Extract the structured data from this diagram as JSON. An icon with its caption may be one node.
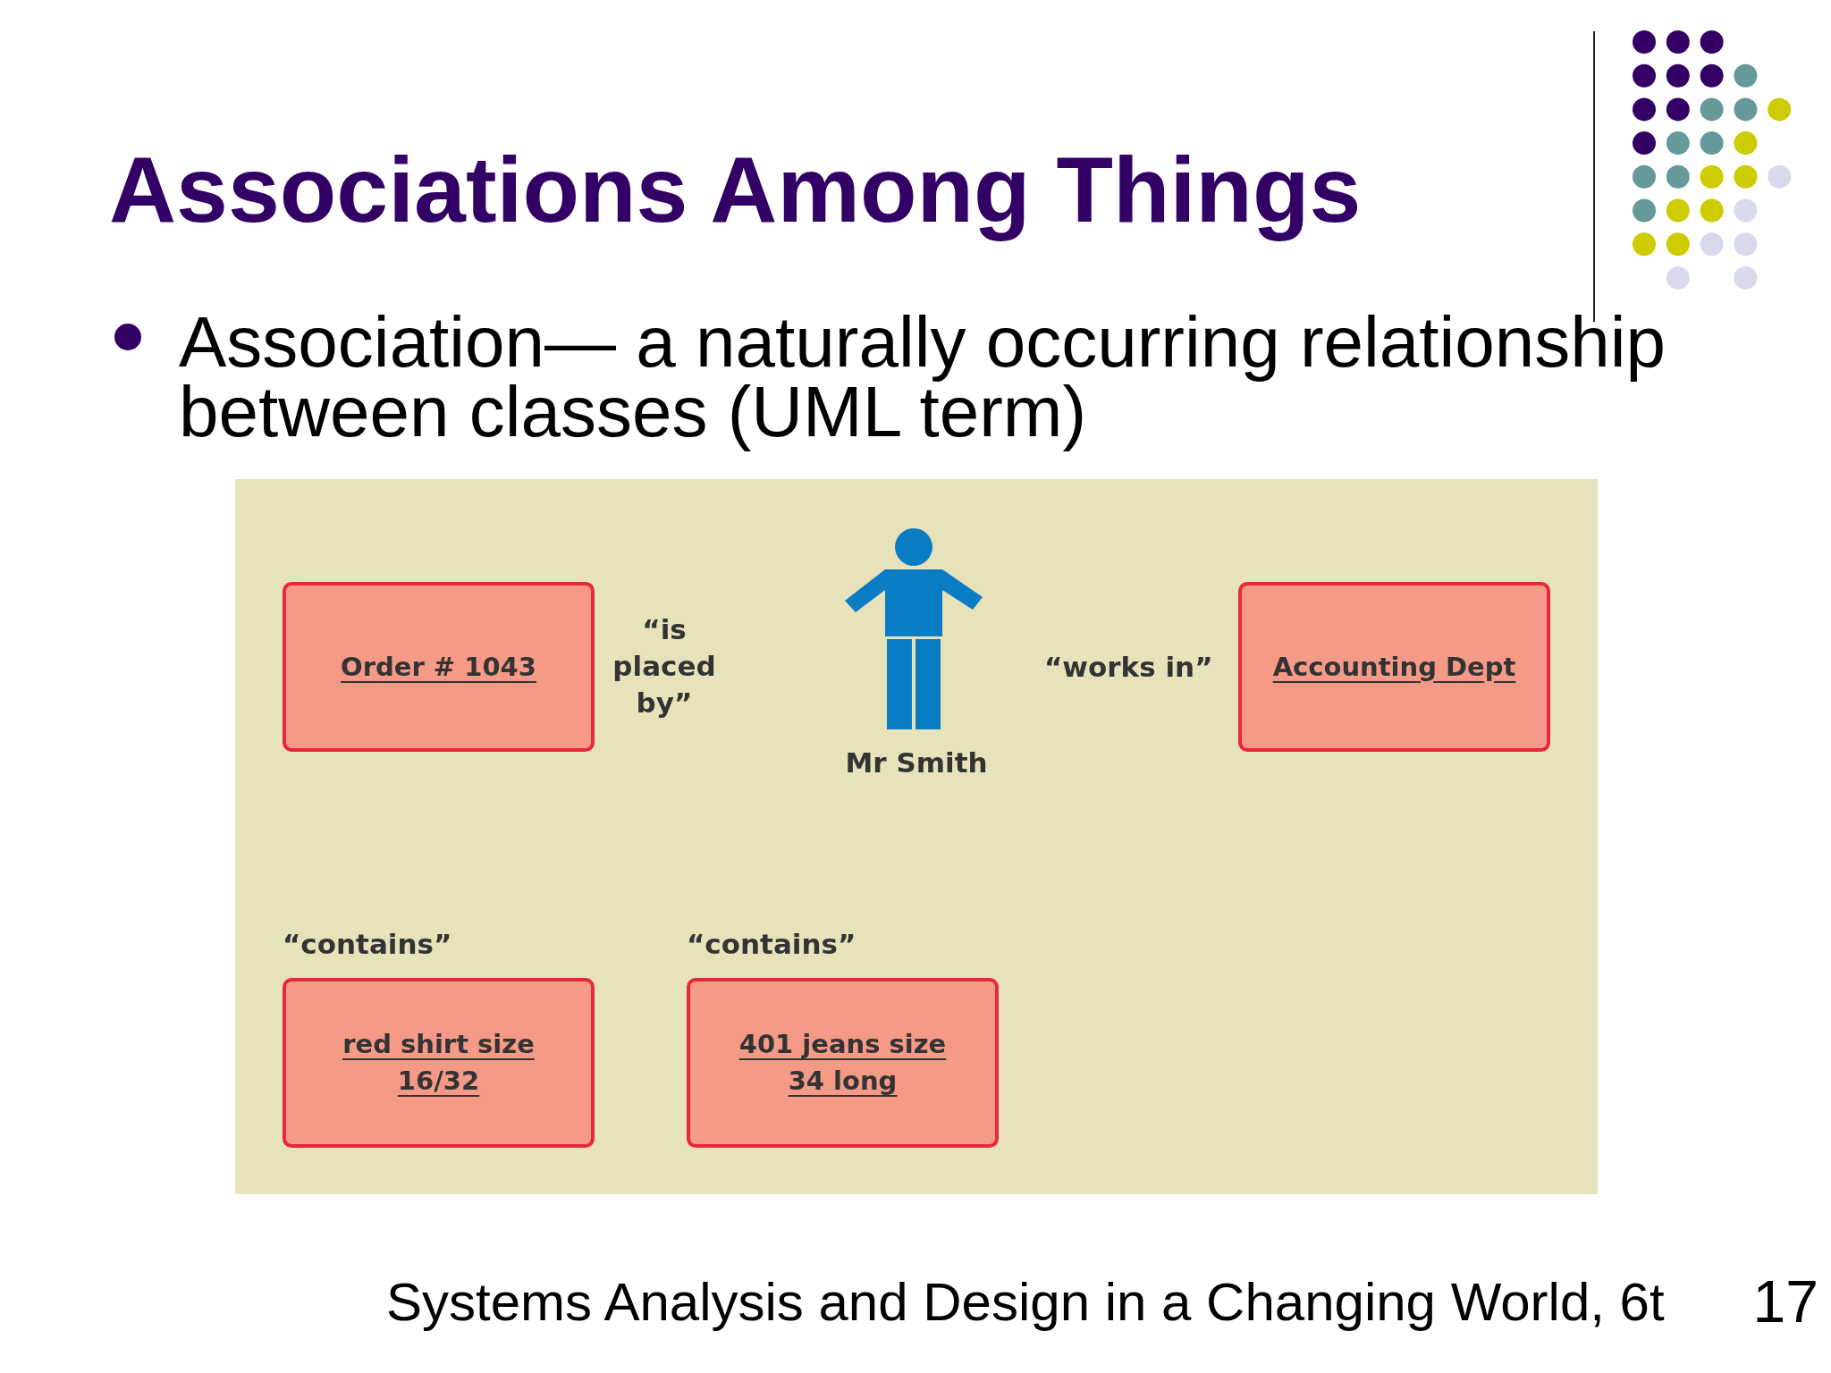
{
  "diagram": {
    "title": "Associations Among Things",
    "nodes": [
      {
        "text": [],
        "shape": "box"
      },
      {
        "text": [
          "Order # 1043"
        ],
        "in": 0
      },
      {
        "text": [
          "Mr Smith"
        ],
        "in": 0
      },
      {
        "text": [
          "Accounting Dept"
        ],
        "in": 0
      },
      {
        "text": [
          "red shirt size 16/32"
        ],
        "in": 0
      },
      {
        "text": [
          "401 jeans size 34 long"
        ],
        "in": 0
      }
    ],
    "edges": [],
    "labels": [
      "Association— a naturally occurring relationship between classes (UML term)",
      "“is placed by”",
      "“works in”",
      "“contains”",
      "“contains”",
      "Systems Analysis and Design in a Changing World, 6t",
      "17"
    ]
  }
}
